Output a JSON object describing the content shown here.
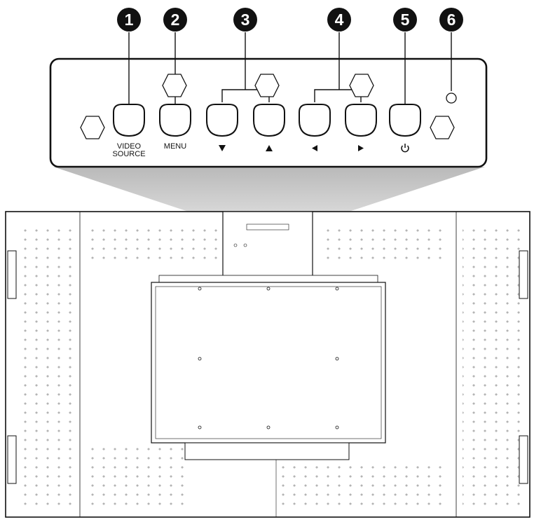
{
  "callouts": [
    "1",
    "2",
    "3",
    "4",
    "5",
    "6"
  ],
  "buttons": [
    {
      "label_lines": [
        "VIDEO",
        "SOURCE"
      ],
      "icon": "text"
    },
    {
      "label_lines": [
        "MENU"
      ],
      "icon": "text"
    },
    {
      "label_lines": [],
      "icon": "triangle-down-icon"
    },
    {
      "label_lines": [],
      "icon": "triangle-up-icon"
    },
    {
      "label_lines": [],
      "icon": "triangle-left-icon"
    },
    {
      "label_lines": [],
      "icon": "triangle-right-icon"
    },
    {
      "label_lines": [],
      "icon": "power-icon"
    }
  ],
  "indicator": {
    "icon": "power-led-indicator"
  },
  "colors": {
    "stroke": "#111111",
    "callout_fill": "#111111",
    "beam": "#cccccc",
    "panel": "#ffffff"
  }
}
